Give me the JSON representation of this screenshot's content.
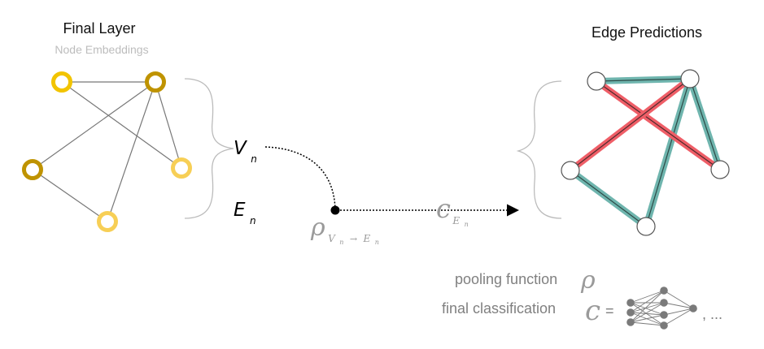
{
  "left_panel": {
    "title": "Final Layer",
    "subtitle": "Node Embeddings"
  },
  "symbols": {
    "v_main": "V",
    "v_sub": "n",
    "e_main": "E",
    "e_sub": "n",
    "rho": "ρ",
    "rho_sub_v": "V",
    "rho_sub_v_n": "n",
    "rho_arrow": "→",
    "rho_sub_e": "E",
    "rho_sub_e_n": "n",
    "c": "c",
    "c_sub": "E",
    "c_sub_n": "n"
  },
  "right_panel": {
    "title": "Edge Predictions"
  },
  "legend": {
    "pooling_label": "pooling function",
    "pooling_symbol": "ρ",
    "classification_label": "final classification",
    "classification_symbol": "c",
    "equals": "=",
    "ellipsis": ", ..."
  },
  "colors": {
    "node_gold_bright": "#f2c400",
    "node_gold_dark": "#bf9300",
    "node_gold_light": "#f7cf56",
    "edge_positive": "#6fb5ae",
    "edge_negative": "#ef5e67",
    "edge_core": "#2d4a46",
    "neural_net": "#7a7a7a"
  }
}
